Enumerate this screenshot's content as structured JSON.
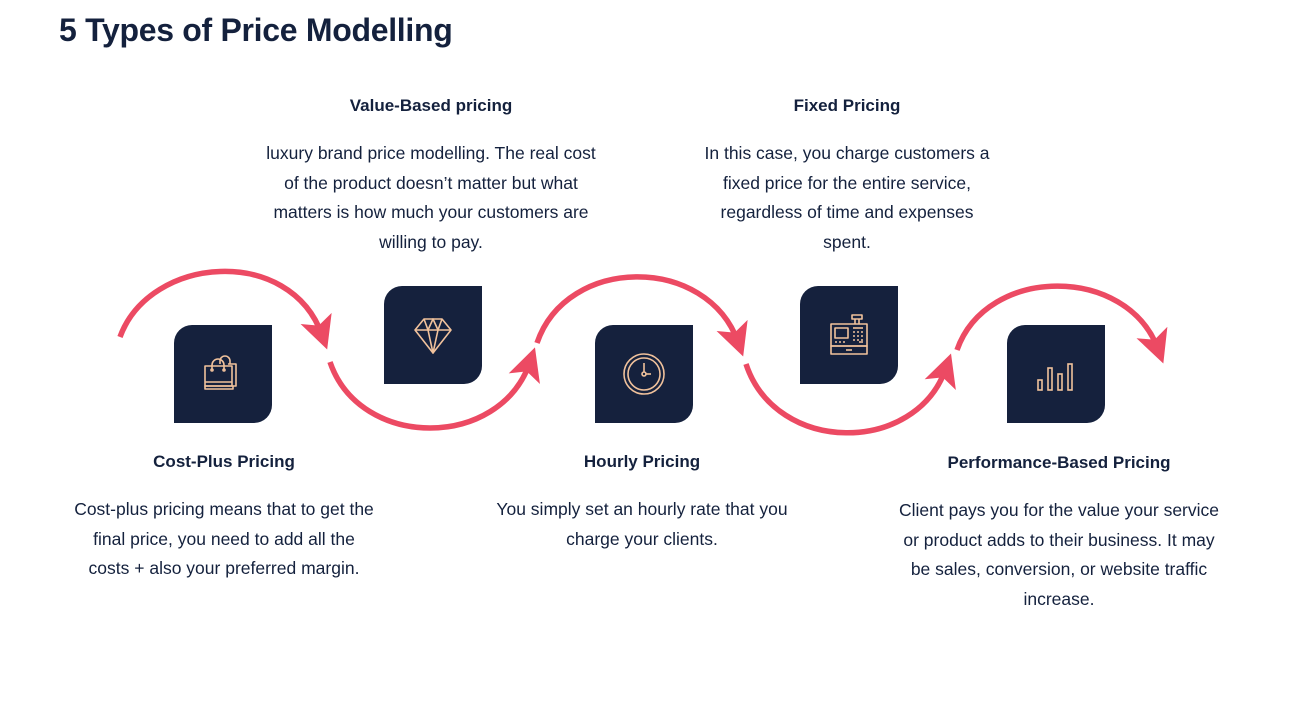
{
  "title": "5 Types of Price Modelling",
  "colors": {
    "navy": "#15213d",
    "arrow": "#ec4a63",
    "icon_stroke": "#f1c29c",
    "text": "#14213d"
  },
  "steps": [
    {
      "heading": "Cost-Plus Pricing",
      "description": "Cost-plus pricing means that to get the final price, you need to add all the costs + also your preferred margin.",
      "icon": "shopping-bags-icon",
      "position": "bottom"
    },
    {
      "heading": "Value-Based pricing",
      "description": "luxury brand price modelling. The real cost of the product doesn’t matter but what matters is how much your customers are willing to pay.",
      "icon": "diamond-icon",
      "position": "top"
    },
    {
      "heading": "Hourly Pricing",
      "description": "You simply set an hourly rate that you charge your clients.",
      "icon": "clock-icon",
      "position": "bottom"
    },
    {
      "heading": "Fixed Pricing",
      "description": "In this case, you charge customers a fixed price for the entire service, regardless of time and expenses spent.",
      "icon": "cash-register-icon",
      "position": "top"
    },
    {
      "heading": "Performance-Based Pricing",
      "description": "Client pays you for the value your service or product adds to their business. It may be sales, conversion, or website traffic increase.",
      "icon": "bar-chart-icon",
      "position": "bottom"
    }
  ]
}
